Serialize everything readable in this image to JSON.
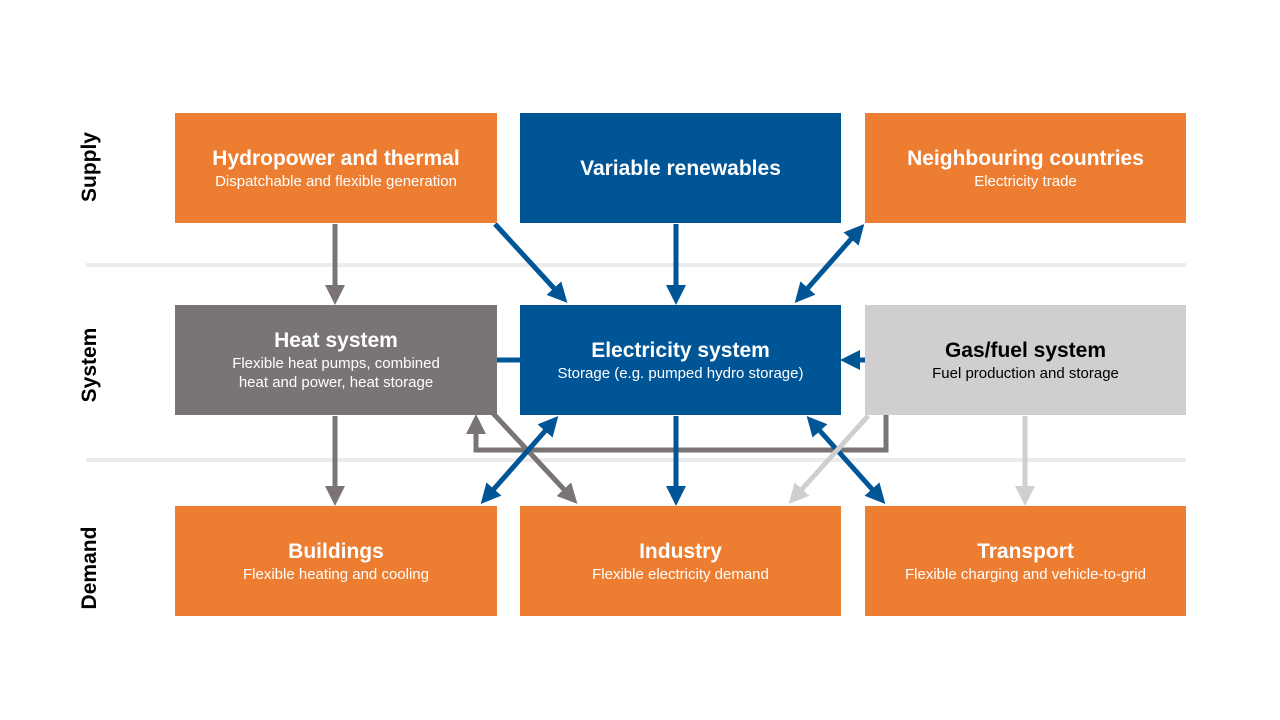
{
  "rows": {
    "supply": "Supply",
    "system": "System",
    "demand": "Demand"
  },
  "boxes": {
    "hydropower": {
      "title": "Hydropower and thermal",
      "sub": "Dispatchable and flexible generation"
    },
    "renewables": {
      "title": "Variable renewables",
      "sub": ""
    },
    "neighbours": {
      "title": "Neighbouring countries",
      "sub": "Electricity trade"
    },
    "heat": {
      "title": "Heat system",
      "sub": "Flexible heat pumps, combined heat and power, heat storage"
    },
    "electricity": {
      "title": "Electricity system",
      "sub": "Storage (e.g. pumped hydro storage)"
    },
    "gas": {
      "title": "Gas/fuel system",
      "sub": "Fuel production and storage"
    },
    "buildings": {
      "title": "Buildings",
      "sub": "Flexible heating and cooling"
    },
    "industry": {
      "title": "Industry",
      "sub": "Flexible electricity demand"
    },
    "transport": {
      "title": "Transport",
      "sub": "Flexible charging and vehicle-to-grid"
    }
  },
  "colors": {
    "orange": "#ED7D31",
    "blue": "#005597",
    "grey": "#7A7574",
    "lightgrey": "#D0CECE"
  }
}
